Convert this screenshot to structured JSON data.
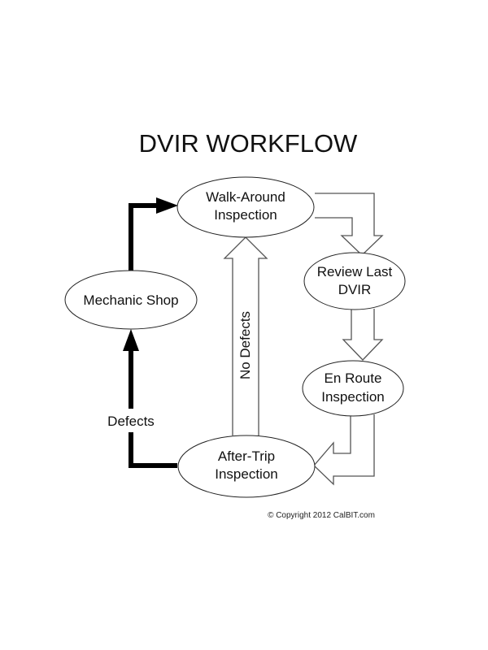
{
  "diagram": {
    "title": "DVIR WORKFLOW",
    "nodes": {
      "walk_around": {
        "line1": "Walk-Around",
        "line2": "Inspection"
      },
      "review_last": {
        "line1": "Review Last",
        "line2": "DVIR"
      },
      "en_route": {
        "line1": "En Route",
        "line2": "Inspection"
      },
      "after_trip": {
        "line1": "After-Trip",
        "line2": "Inspection"
      },
      "mechanic_shop": {
        "line1": "Mechanic Shop"
      }
    },
    "edges": [
      {
        "from": "Walk-Around Inspection",
        "to": "Review Last DVIR",
        "style": "hollow"
      },
      {
        "from": "Review Last DVIR",
        "to": "En Route Inspection",
        "style": "hollow"
      },
      {
        "from": "En Route Inspection",
        "to": "After-Trip Inspection",
        "style": "hollow"
      },
      {
        "from": "After-Trip Inspection",
        "to": "Walk-Around Inspection",
        "style": "hollow",
        "label": "No Defects"
      },
      {
        "from": "After-Trip Inspection",
        "to": "Mechanic Shop",
        "style": "bold",
        "label": "Defects"
      },
      {
        "from": "Mechanic Shop",
        "to": "Walk-Around Inspection",
        "style": "bold"
      }
    ],
    "labels": {
      "no_defects": "No Defects",
      "defects": "Defects"
    },
    "copyright": "© Copyright 2012 CalBIT.com",
    "colors": {
      "background": "#ffffff",
      "text": "#111111",
      "bold_arrow": "#000000",
      "hollow_arrow": "#555555"
    }
  }
}
